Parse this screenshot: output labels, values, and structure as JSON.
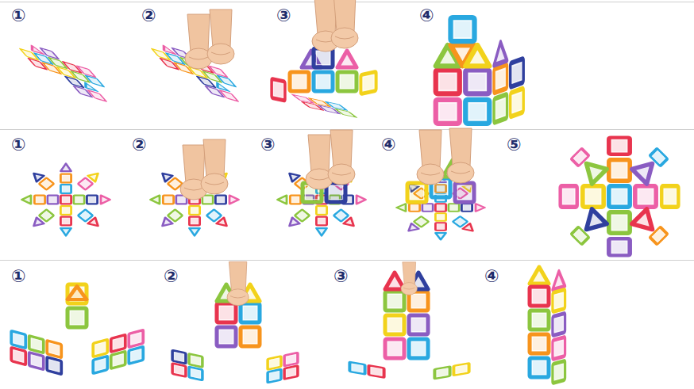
{
  "diagram": {
    "labels": [
      "①",
      "②",
      "③",
      "④",
      "①",
      "②",
      "③",
      "④",
      "⑤",
      "①",
      "②",
      "③",
      "④"
    ]
  }
}
